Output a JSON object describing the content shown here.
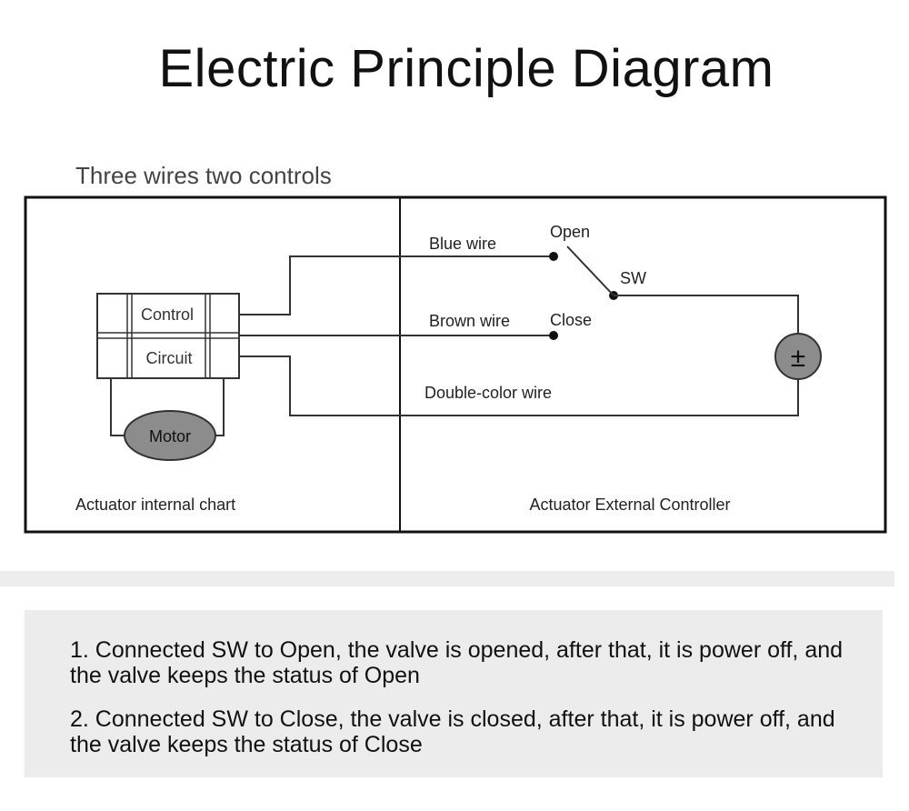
{
  "title": "Electric Principle Diagram",
  "subtitle": "Three wires two controls",
  "diagram": {
    "actuator": {
      "control_label": "Control",
      "circuit_label": "Circuit",
      "motor_label": "Motor",
      "section_label": "Actuator internal chart"
    },
    "controller": {
      "blue_wire_label": "Blue wire",
      "brown_wire_label": "Brown wire",
      "double_color_wire_label": "Double-color wire",
      "open_label": "Open",
      "close_label": "Close",
      "switch_label": "SW",
      "power_symbol": "±",
      "section_label": "Actuator External Controller"
    }
  },
  "notes": [
    "1. Connected SW to Open, the valve is opened, after that, it is power off, and the valve keeps the status of Open",
    "2. Connected SW to Close, the valve is closed, after that, it is power off, and the valve keeps the status of Close"
  ]
}
